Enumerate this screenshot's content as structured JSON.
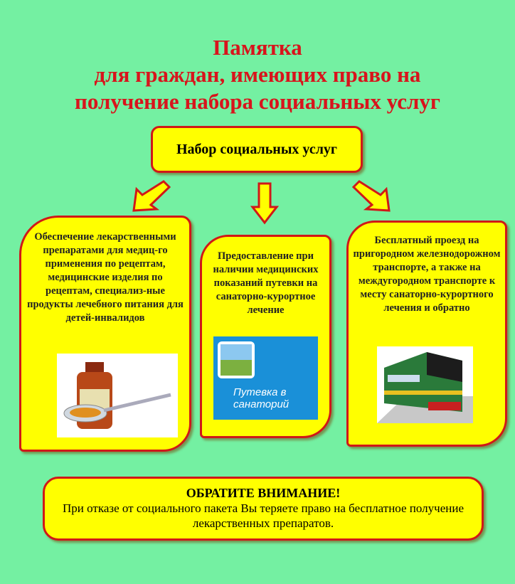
{
  "title": {
    "line1": "Памятка",
    "line2": "для граждан, имеющих право на",
    "line3": "получение набора социальных услуг"
  },
  "top_box": "Набор социальных услуг",
  "cards": [
    {
      "text": "Обеспечение лекарственными препаратами для медиц-го применения по рецептам, медицинские изделия по рецептам, специализ-ные продукты лечебного питания для детей-инвалидов"
    },
    {
      "text": "Предоставление при наличии медицинских показаний путевки на санаторно-курортное лечение",
      "image_caption": "Путевка в санаторий"
    },
    {
      "text": "Бесплатный проезд на пригородном железнодорожном транспорте, а также на междугородном транспорте к месту санаторно-курортного лечения и обратно"
    }
  ],
  "notice": {
    "heading": "ОБРАТИТЕ ВНИМАНИЕ!",
    "text": "При отказе от социального пакета Вы теряете право на бесплатное получение лекарственных препаратов."
  },
  "colors": {
    "background": "#74f0a2",
    "box": "#ffff00",
    "border": "#d01818",
    "title": "#d8141c"
  }
}
